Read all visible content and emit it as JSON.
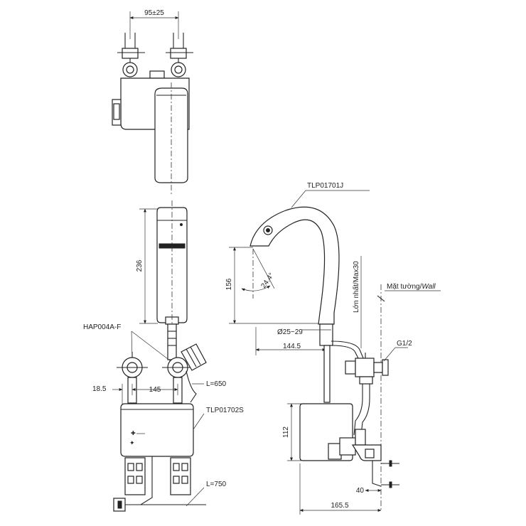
{
  "dimensions": {
    "connector_spacing": "95±25",
    "sensor_height": "236",
    "side_left_offset": "18.5",
    "side_span": "145",
    "hose_length_1": "L=650",
    "hose_length_2": "L=750",
    "faucet_height": "156",
    "spray_angle": "24.4°",
    "base_diameter": "Ø25~29",
    "reach": "144.5",
    "deck_thickness": "Lớn nhất/Max30",
    "thread": "G1/2",
    "box_height": "112",
    "wall_offset": "40",
    "total_depth": "165.5"
  },
  "labels": {
    "faucet_model": "TLP01701J",
    "valve_model": "HAP004A-F",
    "control_box_model": "TLP01702S",
    "wall": "Mặt tường/",
    "wall_italic": "Wall"
  }
}
